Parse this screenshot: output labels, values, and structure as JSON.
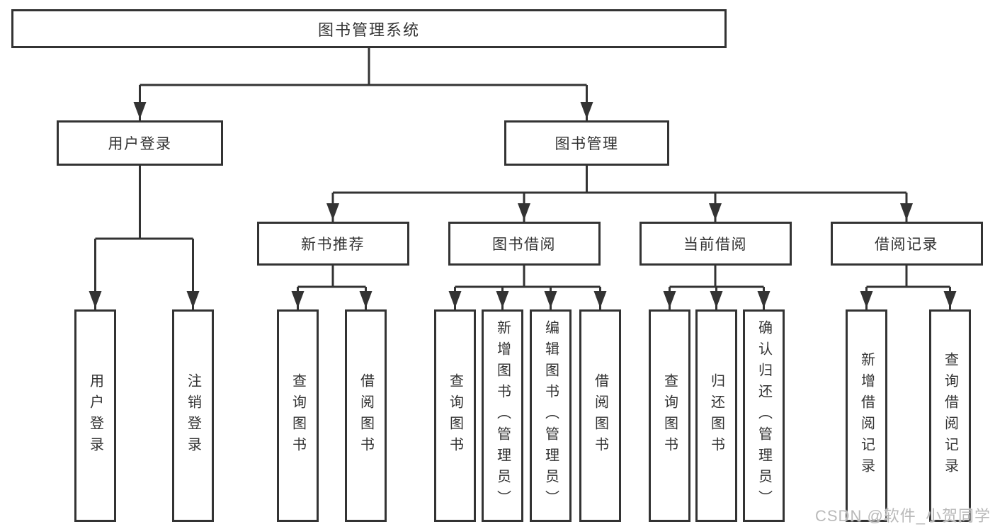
{
  "colors": {
    "line": "#333333",
    "text": "#333333",
    "box_background": "#ffffff",
    "watermark": "#b9b9b9"
  },
  "watermark": "CSDN @软件_小贺同学",
  "diagram": {
    "title": "图书管理系统",
    "branches": [
      {
        "label": "用户登录",
        "children": [
          {
            "label": "用户登录"
          },
          {
            "label": "注销登录"
          }
        ]
      },
      {
        "label": "图书管理",
        "children": [
          {
            "label": "新书推荐",
            "children": [
              {
                "label": "查询图书"
              },
              {
                "label": "借阅图书"
              }
            ]
          },
          {
            "label": "图书借阅",
            "children": [
              {
                "label": "查询图书"
              },
              {
                "label": "新增图书（管理员）"
              },
              {
                "label": "编辑图书（管理员）"
              },
              {
                "label": "借阅图书"
              }
            ]
          },
          {
            "label": "当前借阅",
            "children": [
              {
                "label": "查询图书"
              },
              {
                "label": "归还图书"
              },
              {
                "label": "确认归还（管理员）"
              }
            ]
          },
          {
            "label": "借阅记录",
            "children": [
              {
                "label": "新增借阅记录"
              },
              {
                "label": "查询借阅记录"
              }
            ]
          }
        ]
      }
    ]
  }
}
